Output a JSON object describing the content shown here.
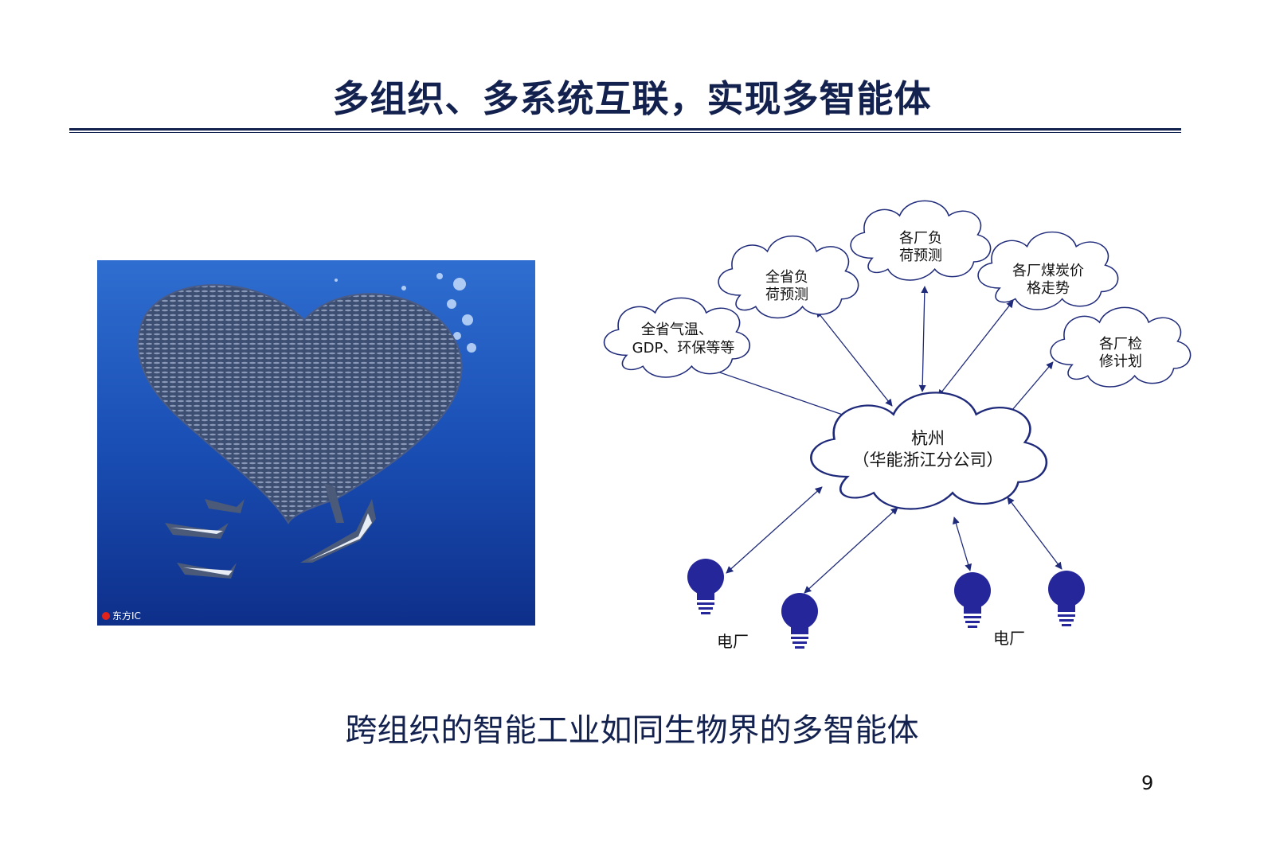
{
  "slide": {
    "title": "多组织、多系统互联，实现多智能体",
    "caption": "跨组织的智能工业如同生物界的多智能体",
    "page_number": "9"
  },
  "photo": {
    "credit": "东方IC",
    "subject": "sardine-school-heart-with-dolphins"
  },
  "diagram": {
    "center": {
      "line1": "杭州",
      "line2": "（华能浙江分公司）"
    },
    "clouds": [
      {
        "line1": "全省气温、",
        "line2": "GDP、环保等等"
      },
      {
        "line1": "全省负",
        "line2": "荷预测"
      },
      {
        "line1": "各厂负",
        "line2": "荷预测"
      },
      {
        "line1": "各厂煤炭价",
        "line2": "格走势"
      },
      {
        "line1": "各厂检",
        "line2": "修计划"
      }
    ],
    "plant_labels": [
      "电厂",
      "电厂"
    ],
    "colors": {
      "cloud_stroke": "#1f2a7a",
      "bulb": "#25269a",
      "arrow": "#1f2a7a",
      "ocean": "#1a4fb5"
    }
  }
}
